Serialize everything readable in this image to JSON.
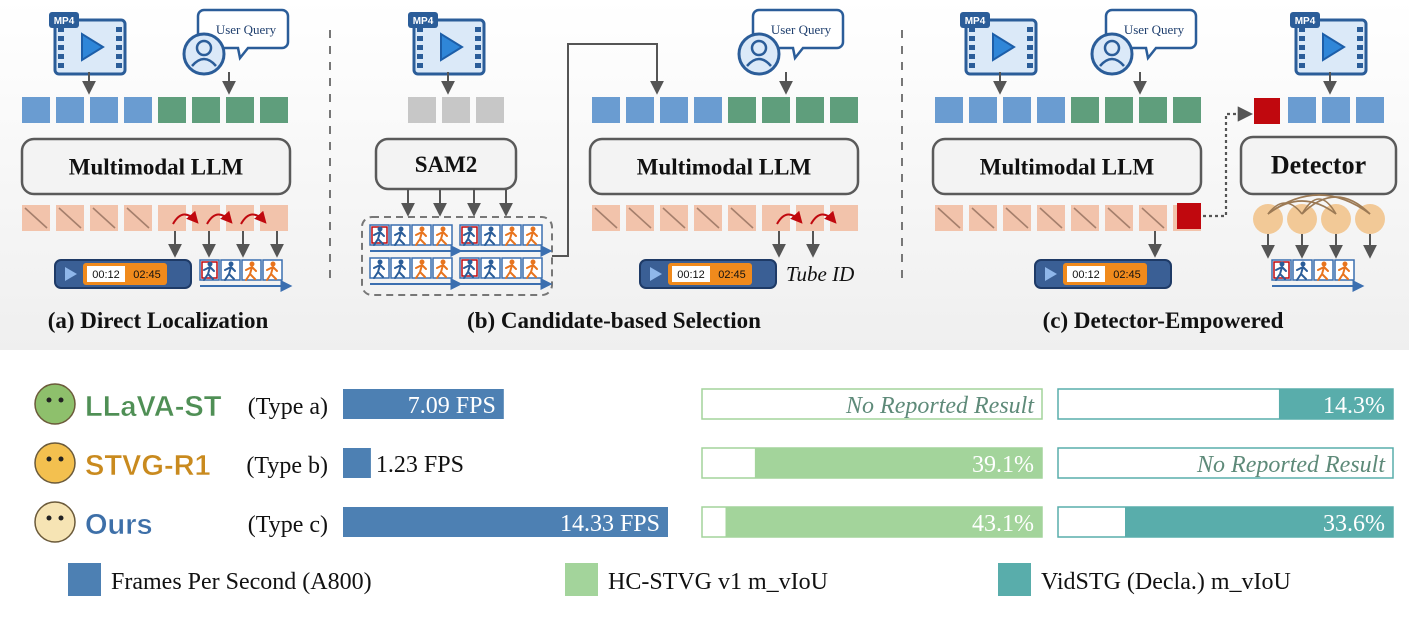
{
  "panels": {
    "a": {
      "caption": "(a) Direct Localization",
      "llm_label": "Multimodal LLM",
      "time_start": "00:12",
      "time_end": "02:45"
    },
    "b": {
      "caption": "(b) Candidate-based Selection",
      "sam_label": "SAM2",
      "llm_label": "Multimodal LLM",
      "time_start": "00:12",
      "time_end": "02:45",
      "tube_label": "Tube ID"
    },
    "c": {
      "caption": "(c) Detector-Empowered",
      "llm_label": "Multimodal LLM",
      "detector_label": "Detector",
      "time_start": "00:12",
      "time_end": "02:45"
    }
  },
  "icons": {
    "video_badge": "MP4",
    "query_bubble": "User Query"
  },
  "chart_data": {
    "type": "bar",
    "categories": [
      "LLaVA-ST",
      "STVG-R1",
      "Ours"
    ],
    "type_labels": [
      "(Type a)",
      "(Type b)",
      "(Type c)"
    ],
    "series": [
      {
        "name": "Frames Per Second (A800)",
        "unit": "FPS",
        "values": [
          7.09,
          1.23,
          14.33
        ],
        "labels": [
          "7.09 FPS",
          "1.23 FPS",
          "14.33 FPS"
        ],
        "color": "#4d80b3"
      },
      {
        "name": "HC-STVG v1 m_vIoU",
        "values": [
          null,
          39.1,
          43.1
        ],
        "labels": [
          "No Reported Result",
          "39.1%",
          "43.1%"
        ],
        "color": "#a3d49b"
      },
      {
        "name": "VidSTG (Decla.) m_vIoU",
        "values": [
          14.3,
          null,
          33.6
        ],
        "labels": [
          "14.3%",
          "No Reported Result",
          "33.6%"
        ],
        "color": "#59adab"
      }
    ],
    "legend": [
      "Frames Per Second (A800)",
      "HC-STVG v1 m_vIoU",
      "VidSTG (Decla.) m_vIoU"
    ],
    "legend_placement": "bottom"
  },
  "colors": {
    "blue_token": "#6a9cd1",
    "green_token": "#5f9e7c",
    "gray_token": "#c7c7c7",
    "masked_token": "#f2c3ab",
    "red_token": "#c0080e",
    "panel_bg": "#f5f5f5"
  }
}
